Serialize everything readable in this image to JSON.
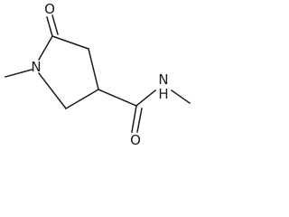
{
  "molecule": {
    "atoms": {
      "ketone_oxygen": "O",
      "ring_nitrogen": "N",
      "amide_nitrogen_N": "N",
      "amide_nitrogen_H": "H",
      "amide_oxygen": "O"
    }
  }
}
